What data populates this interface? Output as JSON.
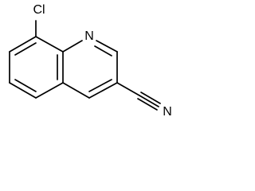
{
  "structure": {
    "atoms": {
      "chlorine": "Cl",
      "ring_nitrogen": "N",
      "nitrile_nitrogen": "N"
    }
  }
}
